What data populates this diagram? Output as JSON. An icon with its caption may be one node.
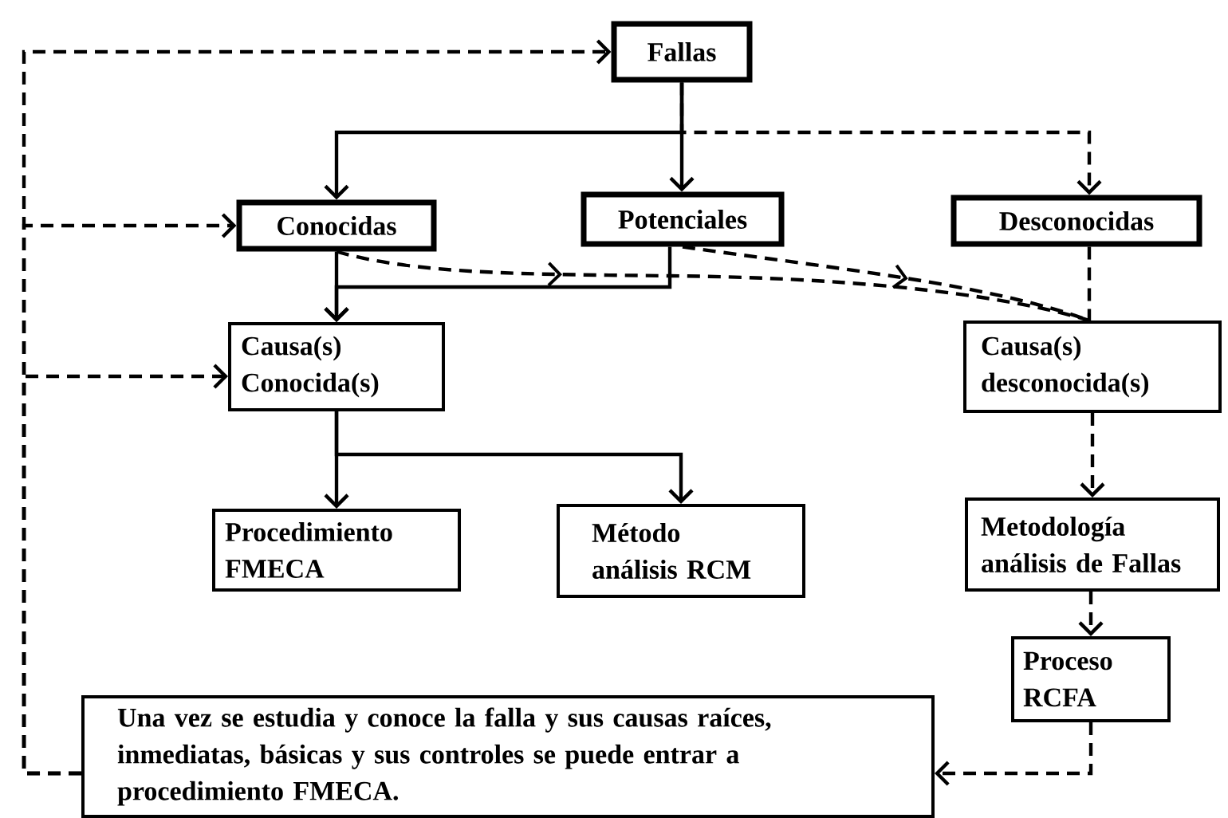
{
  "diagram": {
    "nodes": [
      {
        "text": [
          "Fallas"
        ]
      },
      {
        "text": [
          "Conocidas"
        ]
      },
      {
        "text": [
          "Potenciales"
        ]
      },
      {
        "text": [
          "Desconocidas"
        ]
      },
      {
        "text": [
          "Causa(s) Conocida(s)"
        ]
      },
      {
        "text": [
          "Causa(s) desconocida(s)"
        ]
      },
      {
        "text": [
          "Procedimiento FMECA"
        ]
      },
      {
        "text": [
          "Método análisis RCM"
        ]
      },
      {
        "text": [
          "Metodología análisis de Fallas"
        ]
      },
      {
        "text": [
          "Proceso RCFA"
        ]
      },
      {
        "text": [
          "Una vez se estudia y conoce la falla y sus causas raíces, inmediatas, básicas y sus controles se puede entrar a procedimiento FMECA."
        ]
      }
    ],
    "edges": [
      {
        "from": 0,
        "to": 1,
        "arrow": "to"
      },
      {
        "from": 0,
        "to": 2,
        "arrow": "to"
      },
      {
        "from": 0,
        "to": 3,
        "arrow": "to",
        "style": "dashed"
      },
      {
        "from": 1,
        "to": 4,
        "arrow": "to"
      },
      {
        "from": 2,
        "to": 4,
        "arrow": "to"
      },
      {
        "from": 1,
        "to": 5,
        "arrow": "to",
        "style": "dashed"
      },
      {
        "from": 2,
        "to": 5,
        "arrow": "to",
        "style": "dashed"
      },
      {
        "from": 3,
        "to": 5,
        "arrow": "none",
        "style": "dashed"
      },
      {
        "from": 4,
        "to": 6,
        "arrow": "to"
      },
      {
        "from": 4,
        "to": 7,
        "arrow": "to"
      },
      {
        "from": 5,
        "to": 8,
        "arrow": "to",
        "style": "dashed"
      },
      {
        "from": 8,
        "to": 9,
        "arrow": "to",
        "style": "dashed"
      },
      {
        "from": 9,
        "to": 10,
        "arrow": "to",
        "style": "dashed"
      },
      {
        "from": 10,
        "to": 0,
        "arrow": "to",
        "style": "dashed"
      },
      {
        "from": 10,
        "to": 1,
        "arrow": "to",
        "style": "dashed"
      },
      {
        "from": 10,
        "to": 4,
        "arrow": "to",
        "style": "dashed"
      }
    ]
  }
}
